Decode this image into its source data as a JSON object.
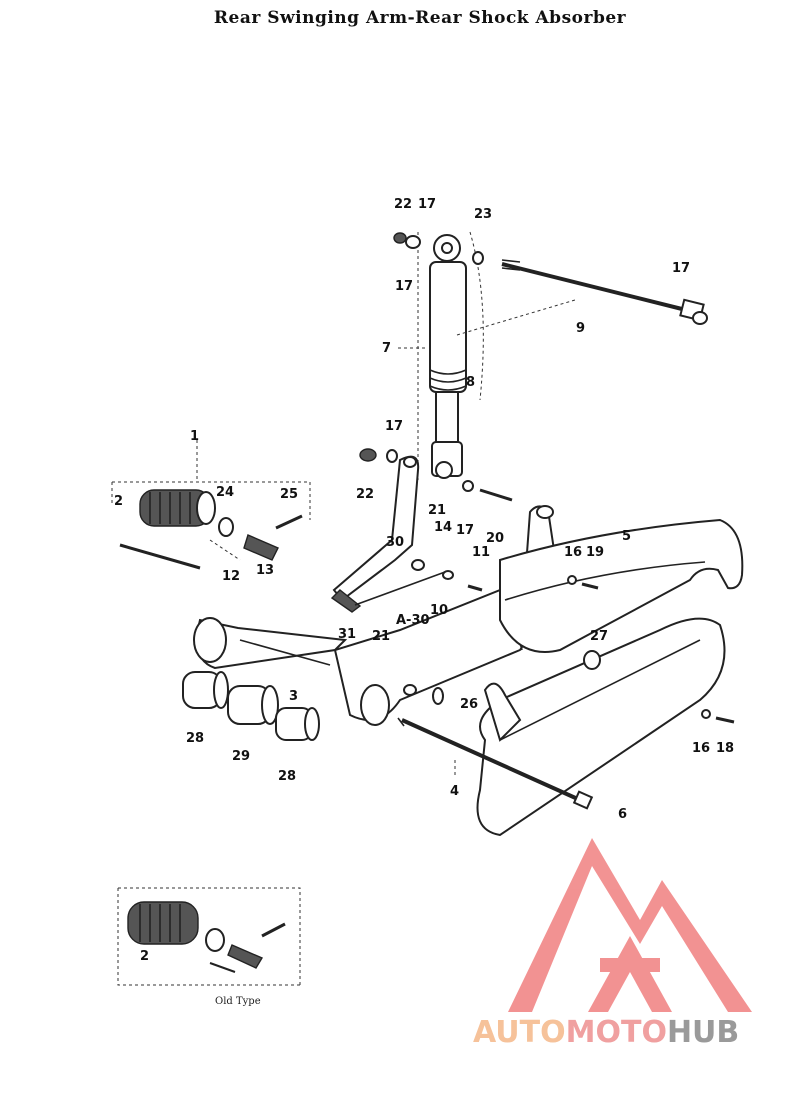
{
  "title": "Rear Swinging Arm-Rear Shock Absorber",
  "caption_old_type": "Old Type",
  "watermark": {
    "part1": "AUTO",
    "part2": "MOTO",
    "part3": "HUB",
    "colors": {
      "auto": "#f6c29a",
      "moto": "#f0a0a0",
      "hub": "#9a9a9a",
      "logo": "#f08080"
    }
  },
  "labels": {
    "l1": "1",
    "l2a": "2",
    "l2b": "2",
    "l3": "3",
    "l4": "4",
    "l5": "5",
    "l6": "6",
    "l7": "7",
    "l8": "8",
    "l9": "9",
    "l10": "10",
    "l11": "11",
    "l12": "12",
    "l13": "13",
    "l14": "14",
    "l16a": "16",
    "l16b": "16",
    "l17a": "17",
    "l17b": "17",
    "l17c": "17",
    "l17d": "17",
    "l17e": "17",
    "l18": "18",
    "l19": "19",
    "l20": "20",
    "l21a": "21",
    "l21b": "21",
    "l22a": "22",
    "l22b": "22",
    "l23": "23",
    "l24": "24",
    "l25": "25",
    "l26": "26",
    "l27": "27",
    "l28a": "28",
    "l28b": "28",
    "l29": "29",
    "l30a": "30",
    "l30b": "A-30",
    "l31": "31"
  }
}
